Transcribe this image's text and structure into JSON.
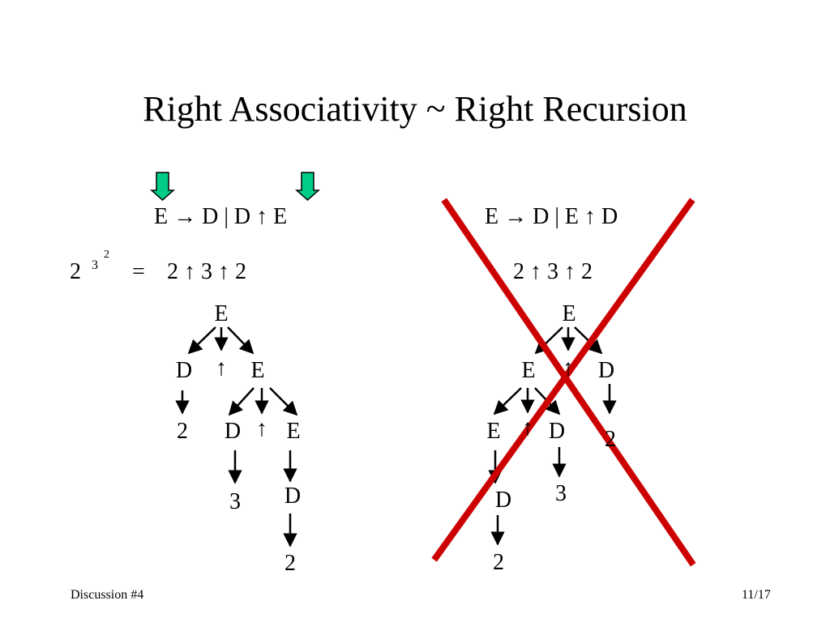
{
  "slide": {
    "title": "Right Associativity ~ Right Recursion",
    "footer_left": "Discussion #4",
    "footer_right": "11/17"
  },
  "left": {
    "rule": "E → D | D ↑ E",
    "power_base": "2",
    "power_exp": "3",
    "power_exp2": "2",
    "equals": "=",
    "expression": "2 ↑ 3 ↑ 2",
    "tree": {
      "root": "E",
      "n1_left": "D",
      "n1_op": "↑",
      "n1_right": "E",
      "leaf_2": "2",
      "n2_left": "D",
      "n2_op": "↑",
      "n2_right": "E",
      "leaf_3": "3",
      "n3_d": "D",
      "leaf_2b": "2"
    }
  },
  "right": {
    "rule": "E → D | E ↑ D",
    "expression": "2 ↑ 3 ↑ 2",
    "tree": {
      "root": "E",
      "n1_left": "E",
      "n1_op": "↑",
      "n1_right": "D",
      "leaf_2": "2",
      "n2_left": "E",
      "n2_op": "↑",
      "n2_right": "D",
      "leaf_3": "3",
      "n3_d": "D",
      "leaf_2b": "2"
    }
  },
  "colors": {
    "highlight_arrow": "#00cc88",
    "cross": "#cc0000",
    "ink": "#000000"
  }
}
